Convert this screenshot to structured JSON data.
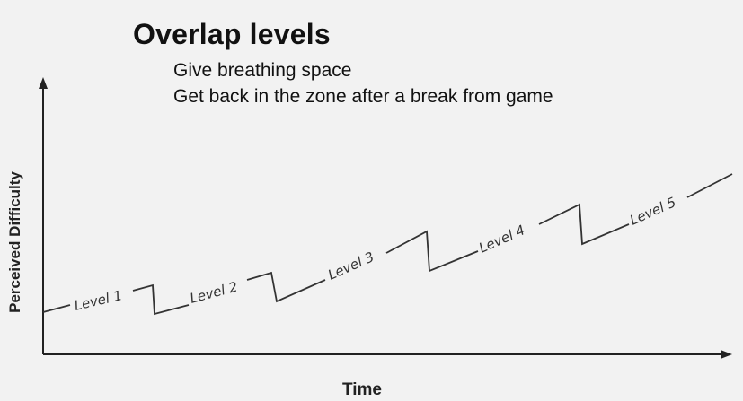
{
  "slide": {
    "title": "Overlap levels",
    "bullets": [
      "Give breathing space",
      "Get back in the zone after a break from game"
    ]
  },
  "diagram": {
    "x_axis_label": "Time",
    "y_axis_label": "Perceived Difficulty",
    "levels": [
      "Level 1",
      "Level 2",
      "Level 3",
      "Level 4",
      "Level 5"
    ],
    "colors": {
      "line": "#333333",
      "background": "#f2f2f2"
    }
  }
}
